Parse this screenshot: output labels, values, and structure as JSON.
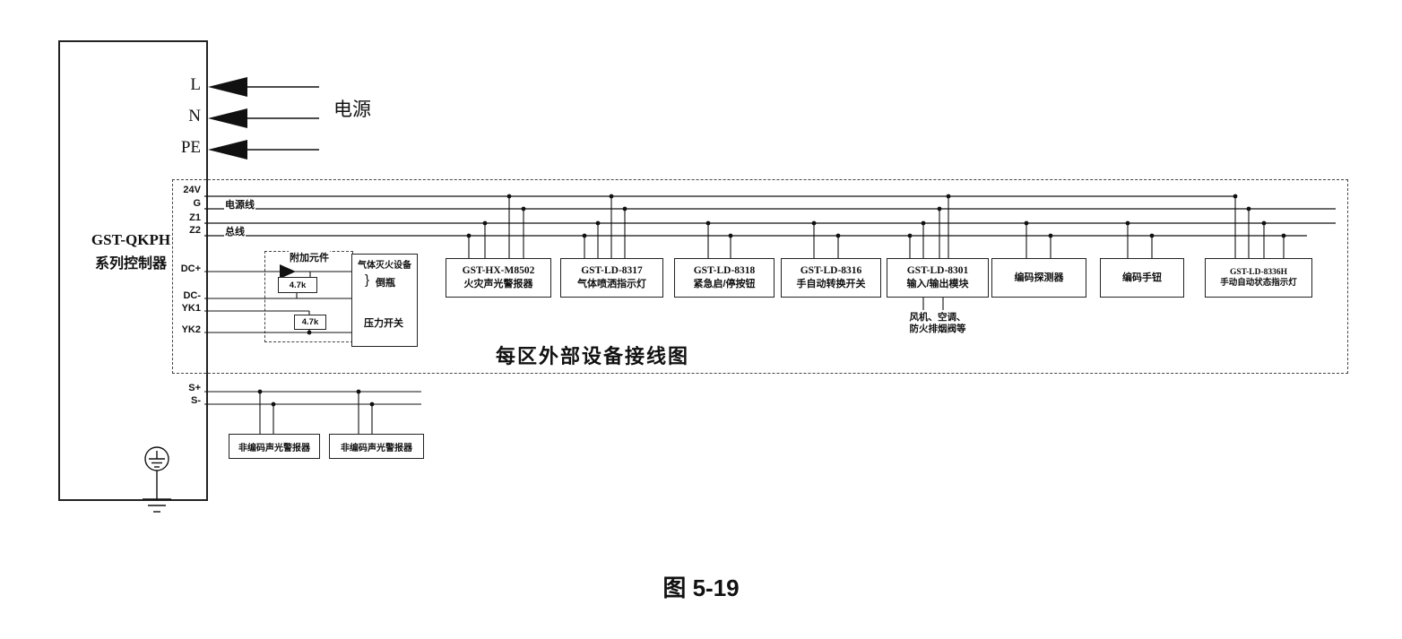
{
  "figure": {
    "caption": "图 5-19"
  },
  "controller": {
    "title_line1": "GST-QKPH",
    "title_line2": "系列控制器",
    "terminals": {
      "l": "L",
      "n": "N",
      "pe": "PE",
      "v24": "24V",
      "g": "G",
      "z1": "Z1",
      "z2": "Z2",
      "dc_plus": "DC+",
      "dc_minus": "DC-",
      "yk1": "YK1",
      "yk2": "YK2",
      "s_plus": "S+",
      "s_minus": "S-"
    }
  },
  "labels": {
    "power_supply": "电源",
    "power_line": "电源线",
    "bus_line": "总线",
    "zone_title": "每区外部设备接线图",
    "io_note_line1": "风机、空调、",
    "io_note_line2": "防火排烟阀等"
  },
  "attachment_box": {
    "title": "附加元件",
    "resistor_top": "4.7k",
    "resistor_bottom": "4.7k"
  },
  "gas_box": {
    "title": "气体灭火设备",
    "brace": "}",
    "item_cylinder": "倒瓶",
    "item_pressure_switch": "压力开关"
  },
  "devices": [
    {
      "model": "GST-HX-M8502",
      "name": "火灾声光警报器"
    },
    {
      "model": "GST-LD-8317",
      "name": "气体喷洒指示灯"
    },
    {
      "model": "GST-LD-8318",
      "name": "紧急启/停按钮"
    },
    {
      "model": "GST-LD-8316",
      "name": "手自动转换开关"
    },
    {
      "model": "GST-LD-8301",
      "name": "输入/输出模块"
    },
    {
      "model": "",
      "name": "编码探测器"
    },
    {
      "model": "",
      "name": "编码手钮"
    },
    {
      "model": "GST-LD-8336H",
      "name": "手动自动状态指示灯"
    }
  ],
  "bottom_devices": [
    {
      "name": "非编码声光警报器"
    },
    {
      "name": "非编码声光警报器"
    }
  ]
}
